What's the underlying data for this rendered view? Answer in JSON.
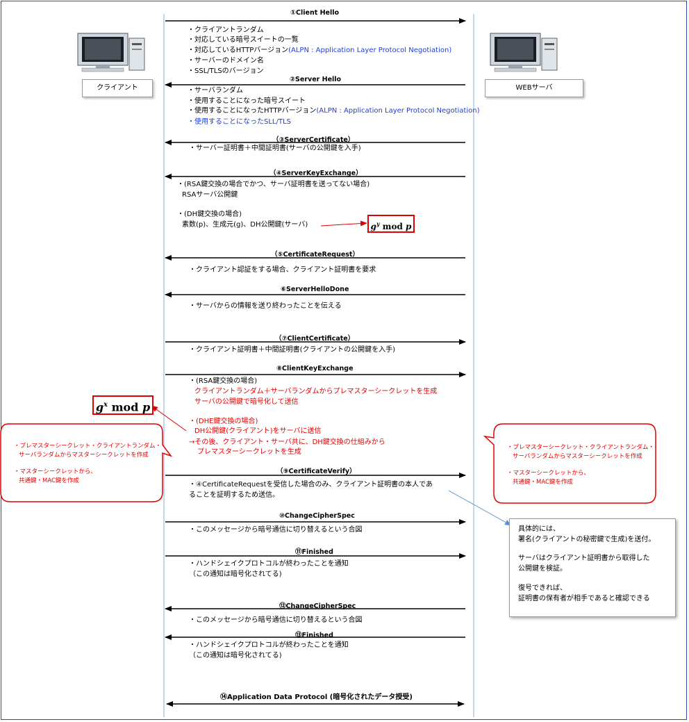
{
  "client": {
    "label": "クライアント"
  },
  "server": {
    "label": "WEBサーバ"
  },
  "messages": [
    {
      "label": "①Client Hello"
    },
    {
      "label": "②Server Hello"
    },
    {
      "label": "（③ServerCertificate）"
    },
    {
      "label": "（④ServerKeyExchange）"
    },
    {
      "label": "（⑤CertificateRequest）"
    },
    {
      "label": "⑥ServerHelloDone"
    },
    {
      "label": "（⑦ClientCertificate）"
    },
    {
      "label": "⑧ClientKeyExchange"
    },
    {
      "label": "（⑨CertificateVerify）"
    },
    {
      "label": "⑩ChangeCipherSpec"
    },
    {
      "label": "⑪Finished"
    },
    {
      "label": "⑫ChangeCipherSpec"
    },
    {
      "label": "⑬Finished"
    },
    {
      "label": "⑭Application Data Protocol (暗号化されたデータ授受)"
    }
  ],
  "client_hello": {
    "l1": "・クライアントランダム",
    "l2": "・対応している暗号スイートの一覧",
    "l3": "・対応しているHTTPバージョン",
    "l3b": "(ALPN : Application Layer Protocol Negotiation)",
    "l4": "・サーバーのドメイン名",
    "l5": "・SSL/TLSのバージョン"
  },
  "server_hello": {
    "l1": "・サーバランダム",
    "l2": "・使用することになった暗号スイート",
    "l3": "・使用することになったHTTPバージョン",
    "l3b": "(ALPN : Application Layer Protocol Negotiation)",
    "l4": "・使用することになったSLL/TLS"
  },
  "server_cert": {
    "l1": "・サーバー証明書＋中間証明書(サーバの公開鍵を入手)"
  },
  "server_kx": {
    "l1": "・(RSA鍵交換の場合でかつ、サーバ証明書を送ってない場合)",
    "l2": "RSAサーバ公開鍵",
    "l3": "・(DH鍵交換の場合)",
    "l4": "素数(p)、生成元(g)、DH公開鍵(サーバ)"
  },
  "formula_server": {
    "base": "g",
    "exp": "y",
    "rest": " mod ",
    "mod": "p"
  },
  "formula_client": {
    "base": "g",
    "exp": "x",
    "rest": " mod ",
    "mod": "p"
  },
  "cert_request": {
    "l1": "・クライアント認証をする場合、クライアント証明書を要求"
  },
  "hello_done": {
    "l1": "・サーバからの情報を送り終わったことを伝える"
  },
  "client_cert": {
    "l1": "・クライアント証明書＋中間証明書(クライアントの公開鍵を入手)"
  },
  "client_kx": {
    "l1": "・(RSA鍵交換の場合)",
    "l2": "クライアントランダム＋サーバランダムからプレマスターシークレットを生成",
    "l3": "サーバの公開鍵で暗号化して送信",
    "l4": "・(DHE鍵交換の場合)",
    "l5": "DH公開鍵(クライアント)をサーバに送信",
    "l6": "→その後、クライアント・サーバ共に、DH鍵交換の仕組みから",
    "l7": "プレマスターシークレットを生成"
  },
  "cert_verify": {
    "l1": "・④CertificateRequestを受信した場合のみ、クライアント証明書の本人であ",
    "l2": "ることを証明するため送信。"
  },
  "ccs": {
    "l1": "・このメッセージから暗号通信に切り替えるという合図"
  },
  "finished": {
    "l1": "・ハンドシェイクプロトコルが終わったことを通知",
    "l2": "（この通知は暗号化されてる)"
  },
  "left_callout": {
    "l1": "・プレマスターシークレット・クライアントランダム・",
    "l2": "サーバランダムからマスターシークレットを作成",
    "l3": "・マスターシークレットから、",
    "l4": "共通鍵・MAC鍵を作成"
  },
  "right_callout": {
    "l1": "・プレマスターシークレット・クライアントランダム・",
    "l2": "サーバランダムからマスターシークレットを作成",
    "l3": "・マスターシークレットから、",
    "l4": "共通鍵・MAC鍵を作成"
  },
  "note": {
    "l1": "具体的には、",
    "l2": "署名(クライアントの秘密鍵で生成)を送付。",
    "l3": "サーバはクライアント証明書から取得した",
    "l4": "公開鍵を検証。",
    "l5": "復号できれば、",
    "l6": "証明書の保有者が相手であると確認できる"
  },
  "colors": {
    "lifeline": "#7fb0dc",
    "accent": "#e00000",
    "blue_text": "#1f3fd0",
    "frame": "#2b4ea0"
  }
}
